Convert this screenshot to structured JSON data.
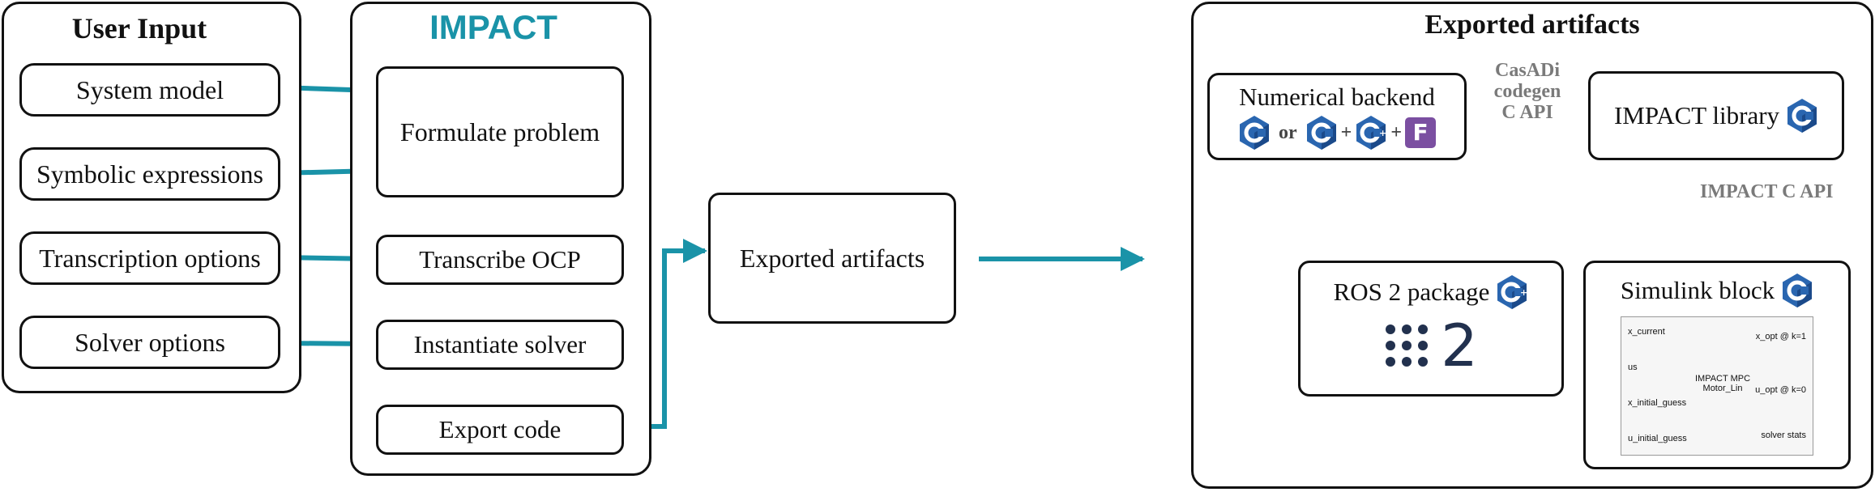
{
  "user_input": {
    "title": "User Input",
    "items": [
      "System model",
      "Symbolic expressions",
      "Transcription options",
      "Solver options"
    ]
  },
  "impact": {
    "title": "IMPACT",
    "steps": [
      "Formulate problem",
      "Transcribe OCP",
      "Instantiate solver",
      "Export code"
    ]
  },
  "exported_box": {
    "label": "Exported artifacts"
  },
  "artifacts": {
    "title": "Exported artifacts",
    "numerical_backend": {
      "label": "Numerical backend",
      "or": "or",
      "plus": "+",
      "fortran_letter": "F"
    },
    "link_codegen": [
      "CasADi",
      "codegen",
      "C API"
    ],
    "impact_library": {
      "label": "IMPACT library"
    },
    "link_c_api": "IMPACT C API",
    "ros2": {
      "label": "ROS 2 package",
      "logo_number": "2"
    },
    "simulink": {
      "label": "Simulink block",
      "block_title": [
        "IMPACT MPC",
        "Motor_Lin"
      ],
      "inputs": [
        "x_current",
        "us",
        "x_initial_guess",
        "u_initial_guess"
      ],
      "outputs": [
        "x_opt @ k=1",
        "u_opt @ k=0",
        "solver stats"
      ]
    }
  },
  "colors": {
    "arrow": "#1a93a8",
    "impact_title": "#1a93a8",
    "c_logo": "#2a66b0",
    "fortran": "#7b4fa1"
  }
}
